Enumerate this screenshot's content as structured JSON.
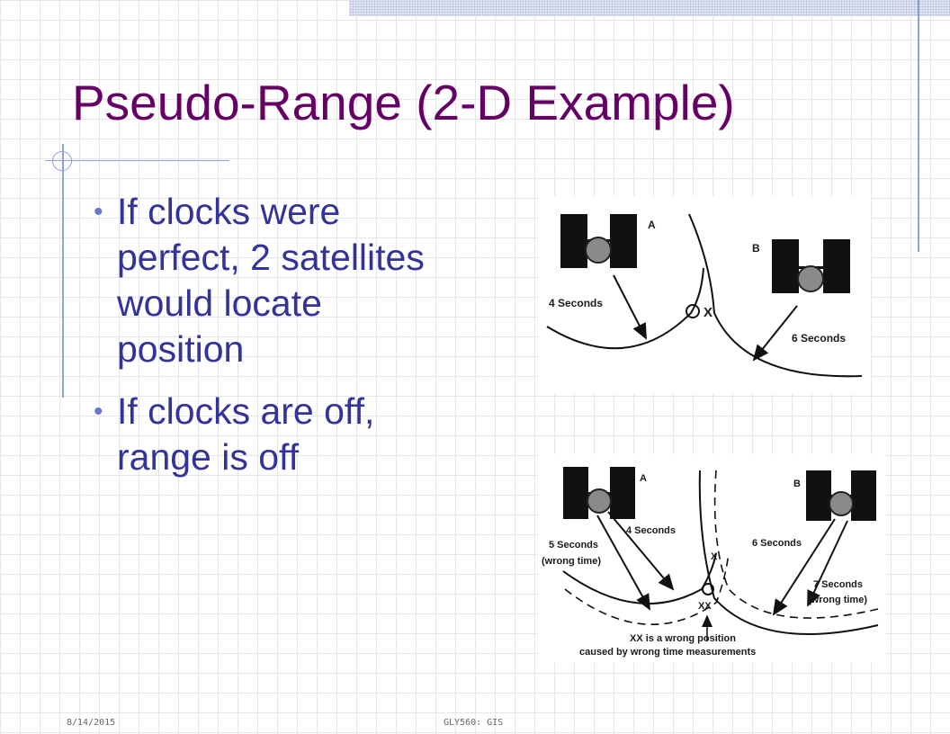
{
  "slide": {
    "title": "Pseudo-Range (2-D Example)",
    "bullets": [
      "If clocks were perfect, 2 satellites would locate position",
      "If clocks are off, range is off"
    ],
    "footer": {
      "date": "8/14/2015",
      "course": "GLY560: GIS"
    }
  },
  "diagram_top": {
    "satellite_a": "A",
    "satellite_b": "B",
    "range_a": "4 Seconds",
    "range_b": "6 Seconds",
    "position_mark": "X"
  },
  "diagram_bottom": {
    "satellite_a": "A",
    "satellite_b": "B",
    "range_a_true": "4 Seconds",
    "range_a_wrong": "5 Seconds",
    "range_a_wrong_note": "(wrong time)",
    "range_b_true": "6 Seconds",
    "range_b_wrong": "7 Seconds",
    "range_b_wrong_note": "(wrong time)",
    "true_mark": "X",
    "wrong_mark": "XX",
    "caption_line1": "XX is a wrong position",
    "caption_line2": "caused by wrong time measurements"
  }
}
